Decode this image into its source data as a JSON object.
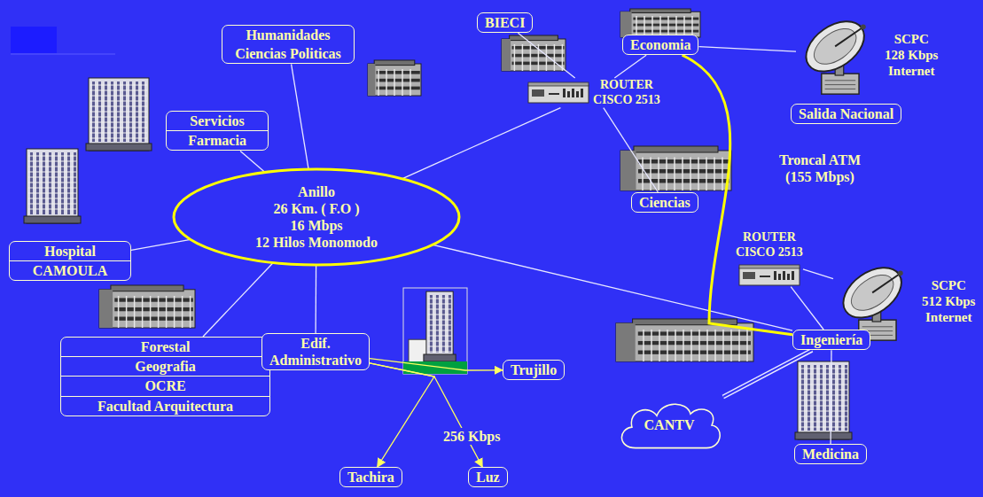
{
  "diagram": {
    "nodes": [
      {
        "text": [
          "Anillo",
          "26 Km. ( F.O )",
          "16 Mbps",
          "12 Hilos Monomodo"
        ]
      },
      {
        "text": [
          "Humanidades",
          "Ciencias Politicas"
        ]
      },
      {
        "text": [
          "BIECI"
        ]
      },
      {
        "text": [
          "Economia"
        ]
      },
      {
        "text": [
          "SCPC",
          "128 Kbps",
          "Internet"
        ]
      },
      {
        "text": [
          "Salida Nacional"
        ]
      },
      {
        "text": [
          "ROUTER",
          "CISCO 2513"
        ]
      },
      {
        "text": [
          "Ciencias"
        ]
      },
      {
        "text": [
          "Servicios",
          "Farmacia"
        ]
      },
      {
        "text": [
          "Hospital",
          "CAMOULA"
        ]
      },
      {
        "text": [
          "Forestal",
          "Geografia",
          "OCRE",
          "Facultad Arquitectura"
        ]
      },
      {
        "text": [
          "Edif. Administrativo"
        ]
      },
      {
        "text": [
          "Trujillo"
        ]
      },
      {
        "text": [
          "ROUTER",
          "CISCO 2513"
        ]
      },
      {
        "text": [
          "SCPC",
          "512 Kbps",
          "Internet"
        ]
      },
      {
        "text": [
          "Ingeniería"
        ]
      },
      {
        "text": [
          "CANTV"
        ]
      },
      {
        "text": [
          "Medicina"
        ]
      },
      {
        "text": [
          "Tachira"
        ]
      },
      {
        "text": [
          "Luz"
        ]
      }
    ],
    "edges": [
      {
        "from": 0,
        "to": 1,
        "arrow": "none"
      },
      {
        "from": 0,
        "to": 8,
        "arrow": "none"
      },
      {
        "from": 0,
        "to": 9,
        "arrow": "none"
      },
      {
        "from": 0,
        "to": 10,
        "arrow": "none"
      },
      {
        "from": 0,
        "to": 11,
        "arrow": "none"
      },
      {
        "from": 0,
        "to": 6,
        "arrow": "none"
      },
      {
        "from": 0,
        "to": 15,
        "arrow": "none"
      },
      {
        "from": 2,
        "to": 6,
        "arrow": "none"
      },
      {
        "from": 6,
        "to": 3,
        "arrow": "none"
      },
      {
        "from": 6,
        "to": 7,
        "arrow": "none"
      },
      {
        "from": 3,
        "to": 4,
        "arrow": "none"
      },
      {
        "from": 3,
        "to": 15,
        "label": "Troncal ATM (155 Mbps)",
        "arrow": "none"
      },
      {
        "from": 15,
        "to": 13,
        "arrow": "none"
      },
      {
        "from": 13,
        "to": 14,
        "arrow": "none"
      },
      {
        "from": 15,
        "to": 16,
        "arrow": "none"
      },
      {
        "from": 15,
        "to": 17,
        "arrow": "none"
      },
      {
        "from": 11,
        "to": 12,
        "arrow": "to"
      },
      {
        "from": 11,
        "to": 18,
        "arrow": "to"
      },
      {
        "from": 11,
        "to": 19,
        "label": "256 Kbps",
        "arrow": "to"
      }
    ]
  }
}
